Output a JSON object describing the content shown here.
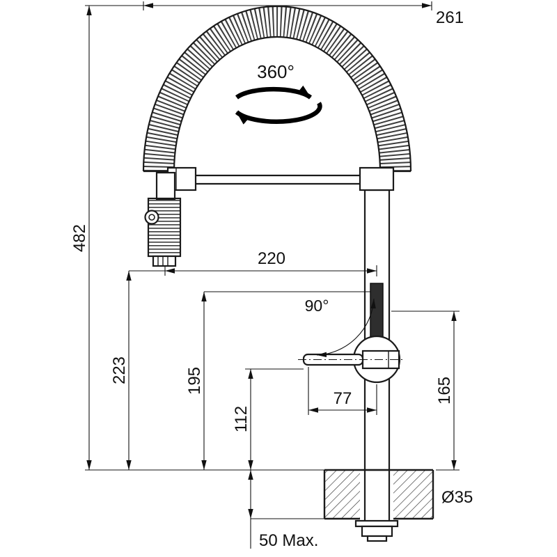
{
  "drawing_title": "faucet-installation-dimension-drawing",
  "labels": {
    "swivel_angle": "360°",
    "lever_angle": "90°",
    "top_width": "261",
    "total_height": "482",
    "spout_reach": "220",
    "hose_drop": "223",
    "handle_clearance": "195",
    "handle_axis_height": "112",
    "lever_length": "77",
    "body_height": "165",
    "hole_diameter": "Ø35",
    "deck_thickness": "50 Max."
  },
  "colors": {
    "background": "#ffffff",
    "line": "#1a1a1a",
    "coil_texture": "#3d3d3d",
    "knurl_texture": "#3d3d3d",
    "lever_fill": "#2e2e2e"
  }
}
